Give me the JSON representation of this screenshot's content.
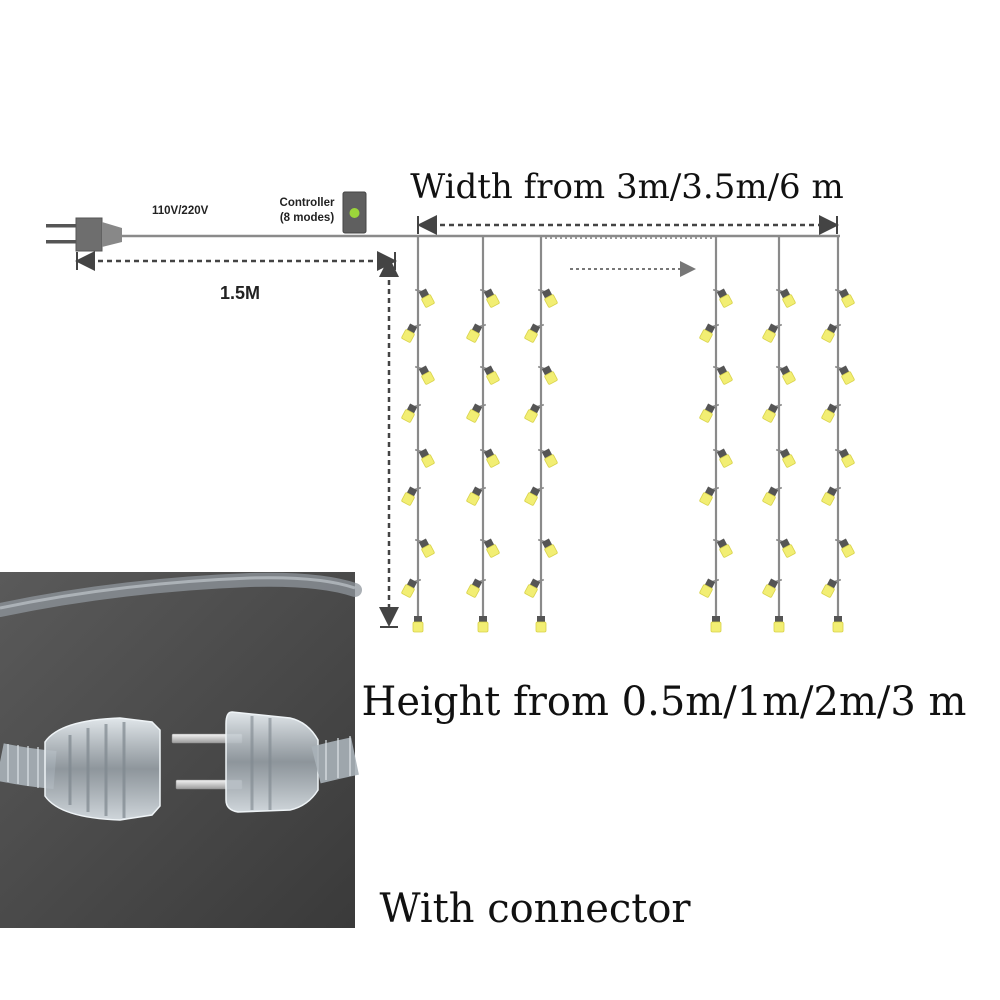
{
  "labels": {
    "voltage": "110V/220V",
    "controller_line1": "Controller",
    "controller_line2": "(8 modes)",
    "cable_length": "1.5M",
    "width": "Width from 3m/3.5m/6 m",
    "height": "Height from 0.5m/1m/2m/3 m",
    "connector": "With connector"
  },
  "colors": {
    "wire": "#8a8a8a",
    "bulb_lens": "#f2ee73",
    "bulb_base": "#555555",
    "controller_led": "#9bd53a",
    "dimension": "#444444",
    "photo_background": "#4d4d4d"
  },
  "icons": {
    "plug": "plug-icon",
    "controller": "controller-box-icon",
    "bulb": "led-bulb-icon",
    "arrow": "arrow-right-icon",
    "connector_photo": "plug-connector-photo"
  }
}
